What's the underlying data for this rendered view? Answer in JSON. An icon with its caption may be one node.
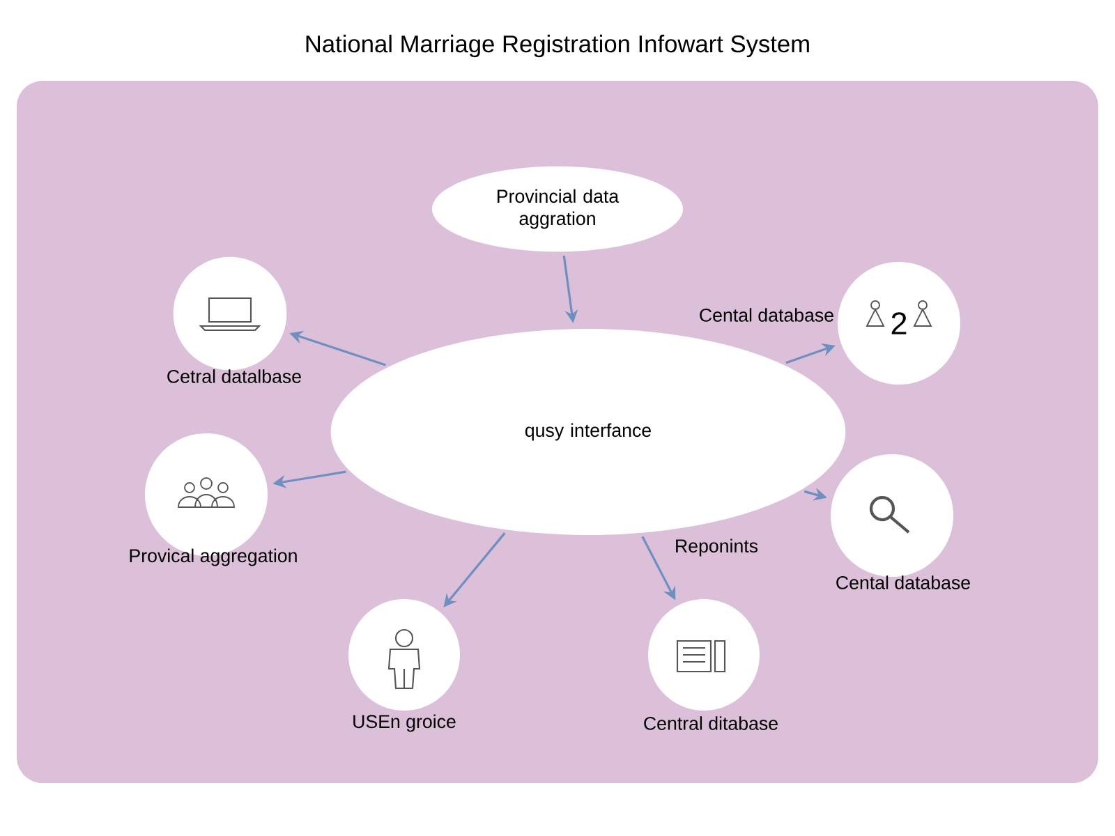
{
  "diagram": {
    "title": "National Marriage Registration Infowart System",
    "nodes": [
      {
        "text": [
          "Provincial data aggration"
        ]
      },
      {
        "text": [
          "qusy interfance"
        ]
      },
      {
        "text": [],
        "shape": "circle",
        "beside": [
          "Cetral datalbase"
        ]
      },
      {
        "text": [
          "2"
        ],
        "beside": [
          "Cental database"
        ]
      },
      {
        "text": [],
        "shape": "circle",
        "beside": [
          "Provical aggregation"
        ]
      },
      {
        "text": [],
        "shape": "circle",
        "beside": [
          "Cental database"
        ]
      },
      {
        "text": [],
        "shape": "circle",
        "beside": [
          "USEn groice"
        ]
      },
      {
        "text": [],
        "shape": "circle",
        "beside": [
          "Central ditabase"
        ]
      }
    ],
    "edges": [
      {
        "from": 0,
        "to": 1,
        "arrow": "to"
      },
      {
        "from": 1,
        "to": 2,
        "arrow": "to"
      },
      {
        "from": 1,
        "to": 3,
        "arrow": "to"
      },
      {
        "from": 1,
        "to": 4,
        "arrow": "to"
      },
      {
        "from": 1,
        "to": 5,
        "arrow": "to"
      },
      {
        "from": 1,
        "to": 6,
        "arrow": "to"
      },
      {
        "from": 1,
        "to": 7,
        "arrow": "to",
        "label": "Reponints"
      }
    ]
  }
}
